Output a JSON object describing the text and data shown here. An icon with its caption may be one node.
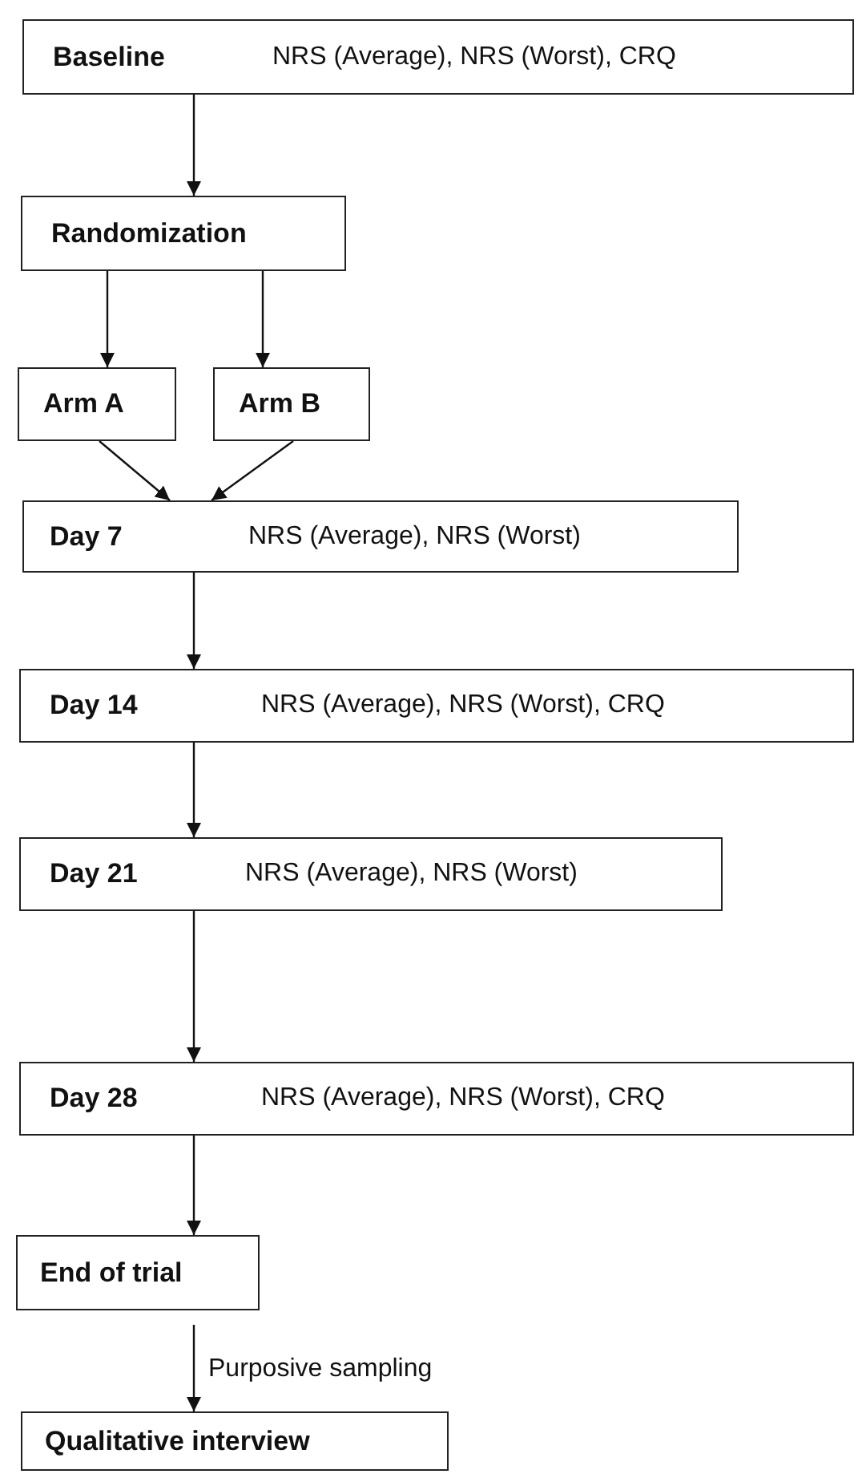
{
  "diagram": {
    "nodes": [
      {
        "text": [
          "Baseline",
          "NRS (Average), NRS (Worst), CRQ"
        ]
      },
      {
        "text": [
          "Randomization"
        ]
      },
      {
        "text": [
          "Arm A"
        ]
      },
      {
        "text": [
          "Arm B"
        ]
      },
      {
        "text": [
          "Day 7",
          "NRS (Average), NRS (Worst)"
        ]
      },
      {
        "text": [
          "Day 14",
          "NRS (Average), NRS (Worst), CRQ"
        ]
      },
      {
        "text": [
          "Day 21",
          "NRS (Average), NRS (Worst)"
        ]
      },
      {
        "text": [
          "Day 28",
          "NRS (Average), NRS (Worst), CRQ"
        ]
      },
      {
        "text": [
          "End of trial"
        ]
      },
      {
        "text": [
          "Qualitative interview"
        ]
      }
    ],
    "edges": [
      {
        "from": 0,
        "to": 1,
        "arrow": "to"
      },
      {
        "from": 1,
        "to": 2,
        "arrow": "to"
      },
      {
        "from": 1,
        "to": 3,
        "arrow": "to"
      },
      {
        "from": 2,
        "to": 4,
        "arrow": "to"
      },
      {
        "from": 3,
        "to": 4,
        "arrow": "to"
      },
      {
        "from": 4,
        "to": 5,
        "arrow": "to"
      },
      {
        "from": 5,
        "to": 6,
        "arrow": "to"
      },
      {
        "from": 6,
        "to": 7,
        "arrow": "to"
      },
      {
        "from": 7,
        "to": 8,
        "arrow": "to"
      },
      {
        "from": 8,
        "to": 9,
        "arrow": "to",
        "label": "Purposive sampling"
      }
    ]
  }
}
